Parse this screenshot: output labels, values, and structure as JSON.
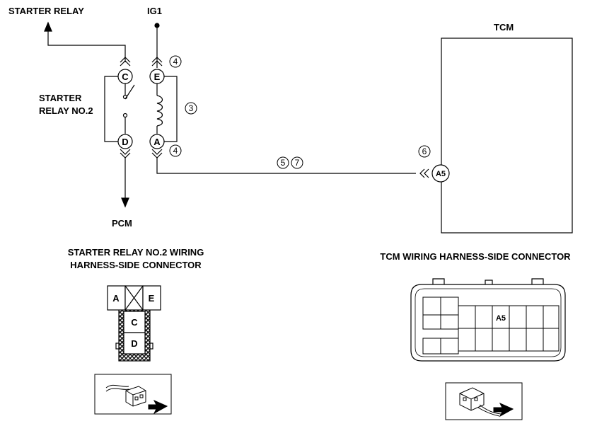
{
  "labels": {
    "starter_relay": "STARTER RELAY",
    "ig1": "IG1",
    "tcm": "TCM",
    "relay_name_line1": "STARTER",
    "relay_name_line2": "RELAY NO.2",
    "pcm": "PCM",
    "relay_connector_line1": "STARTER RELAY NO.2 WIRING",
    "relay_connector_line2": "HARNESS-SIDE CONNECTOR",
    "tcm_connector": "TCM WIRING HARNESS-SIDE CONNECTOR"
  },
  "terminals": {
    "c": "C",
    "e": "E",
    "d": "D",
    "a": "A",
    "a5": "A5"
  },
  "step_numbers": {
    "n3": "3",
    "n4_top": "4",
    "n4_bottom": "4",
    "n5": "5",
    "n6": "6",
    "n7": "7"
  },
  "relay_connector_pins": {
    "a": "A",
    "e": "E",
    "c": "C",
    "d": "D"
  },
  "tcm_connector_pin": "A5"
}
